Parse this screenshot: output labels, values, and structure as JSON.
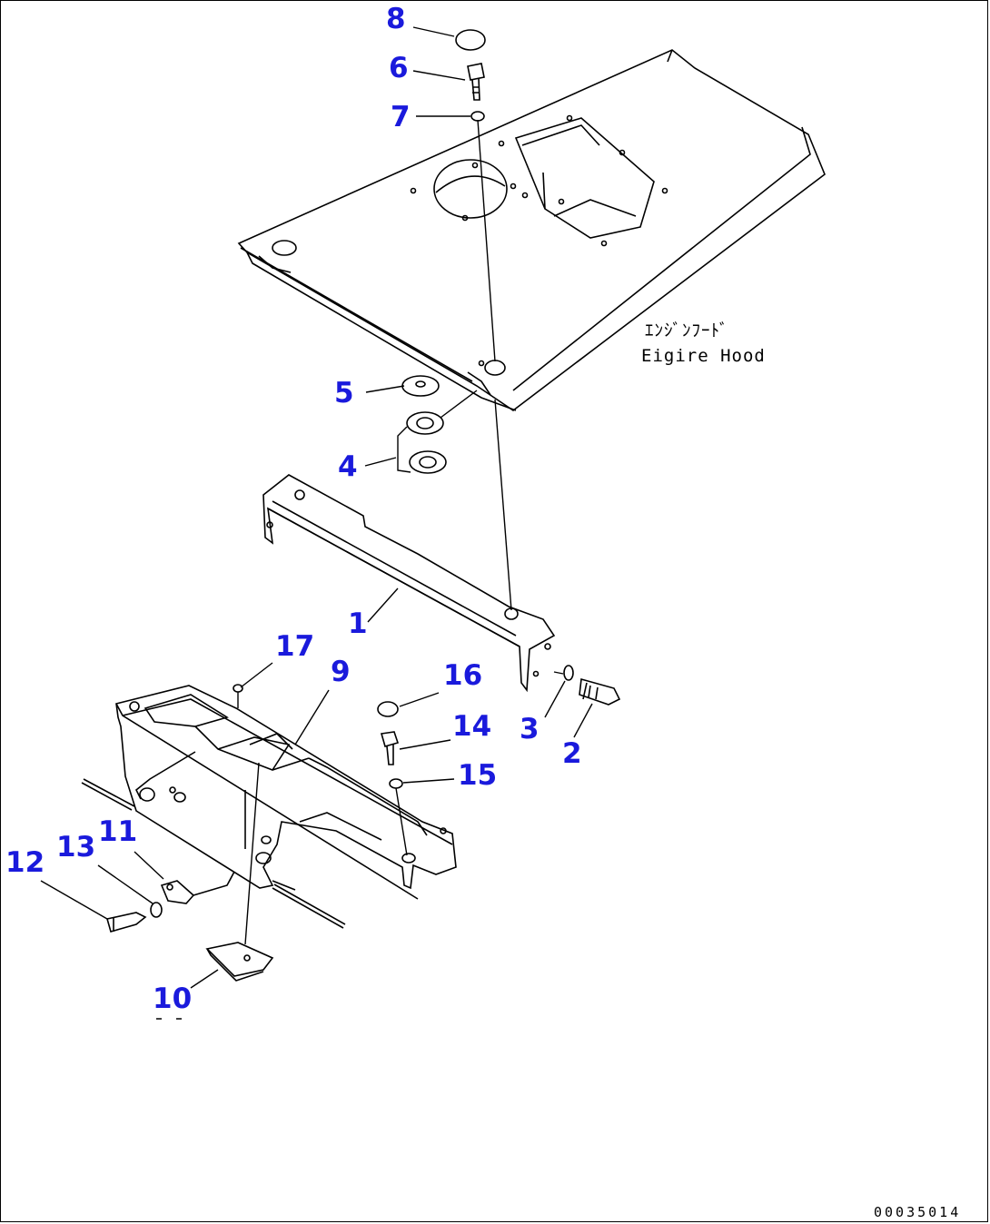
{
  "callouts": [
    {
      "id": "c8",
      "text": "8"
    },
    {
      "id": "c6",
      "text": "6"
    },
    {
      "id": "c7",
      "text": "7"
    },
    {
      "id": "c5",
      "text": "5"
    },
    {
      "id": "c4",
      "text": "4"
    },
    {
      "id": "c1",
      "text": "1"
    },
    {
      "id": "c17",
      "text": "17"
    },
    {
      "id": "c9",
      "text": "9"
    },
    {
      "id": "c16",
      "text": "16"
    },
    {
      "id": "c14",
      "text": "14"
    },
    {
      "id": "c15",
      "text": "15"
    },
    {
      "id": "c3",
      "text": "3"
    },
    {
      "id": "c2",
      "text": "2"
    },
    {
      "id": "c12",
      "text": "12"
    },
    {
      "id": "c13",
      "text": "13"
    },
    {
      "id": "c11",
      "text": "11"
    },
    {
      "id": "c10",
      "text": "10"
    }
  ],
  "caption": {
    "jp": "ｴﾝｼﾞﾝﾌｰﾄﾞ",
    "en": "Eigire Hood"
  },
  "doc_number": "00035014"
}
